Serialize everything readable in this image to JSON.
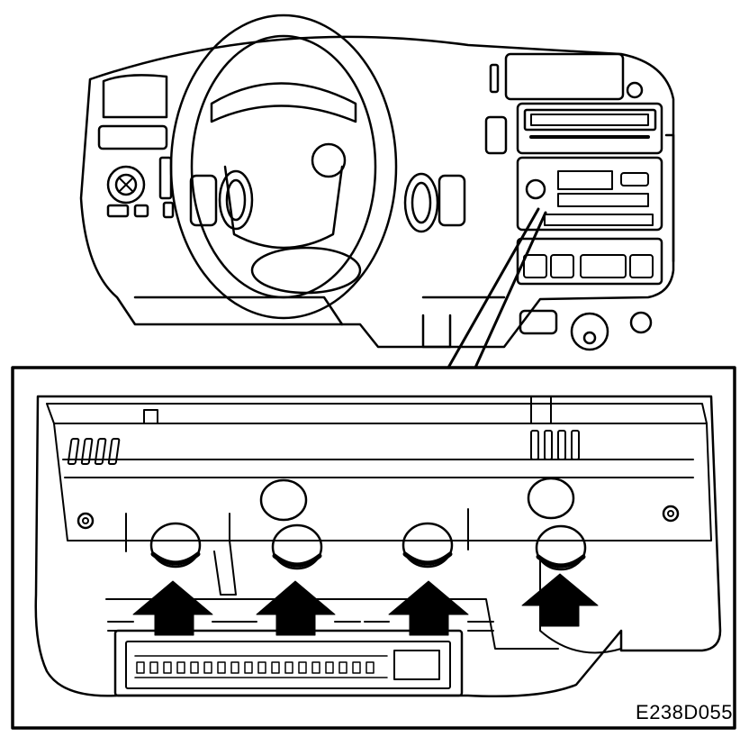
{
  "figure": {
    "id_label": "E238D055",
    "subject": "",
    "line_color": "#000000",
    "background": "#ffffff",
    "arrow_count": 4,
    "arrow_direction": "up"
  }
}
